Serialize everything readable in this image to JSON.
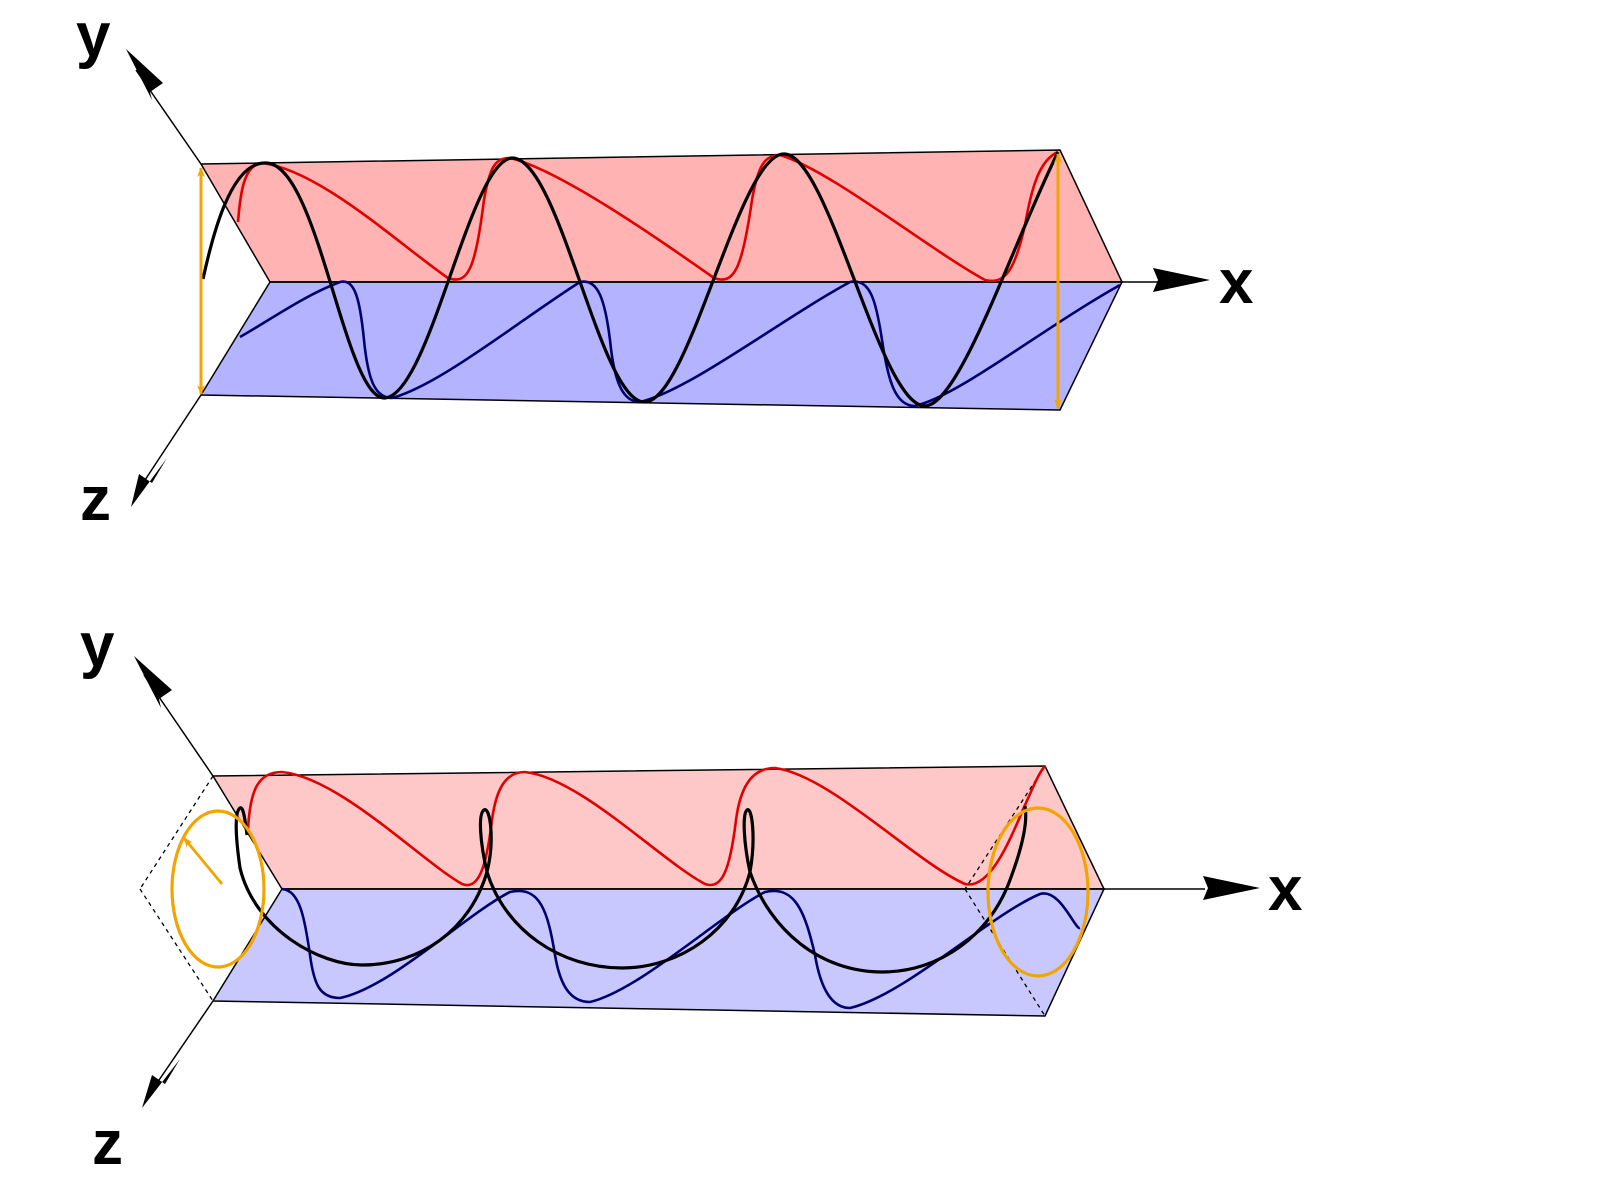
{
  "colors": {
    "red_plane": "#FFB3B3",
    "blue_plane": "#B3B3FF",
    "red_curve": "#E00000",
    "blue_curve": "#000070",
    "wave": "#000000",
    "amplitude": "#F2A400"
  },
  "diagrams": [
    {
      "id": "linear",
      "axis_labels": {
        "x": "x",
        "y": "y",
        "z": "z"
      },
      "amplitude_marker": "double-arrow"
    },
    {
      "id": "circular",
      "axis_labels": {
        "x": "x",
        "y": "y",
        "z": "z"
      },
      "amplitude_marker": "circle"
    }
  ]
}
